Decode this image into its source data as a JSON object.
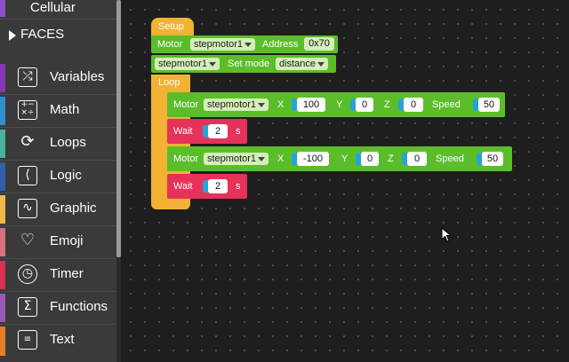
{
  "sidebar": {
    "items": [
      {
        "label": "Cellular",
        "icon": "cellular-icon",
        "color": "#8e4ec6"
      },
      {
        "label": "FACES",
        "icon": "faces-arrow-icon",
        "color": "#9b59d0"
      },
      {
        "label": "Variables",
        "icon": "variables-icon",
        "color": "#8a35b5"
      },
      {
        "label": "Math",
        "icon": "math-icon",
        "color": "#2f8fcf"
      },
      {
        "label": "Loops",
        "icon": "loops-icon",
        "color": "#45b39d"
      },
      {
        "label": "Logic",
        "icon": "logic-icon",
        "color": "#2f5fa8"
      },
      {
        "label": "Graphic",
        "icon": "graphic-icon",
        "color": "#f0b84a"
      },
      {
        "label": "Emoji",
        "icon": "emoji-icon",
        "color": "#d9707b"
      },
      {
        "label": "Timer",
        "icon": "timer-icon",
        "color": "#d9304f"
      },
      {
        "label": "Functions",
        "icon": "functions-icon",
        "color": "#9b59b6"
      },
      {
        "label": "Text",
        "icon": "text-icon",
        "color": "#e67e22"
      }
    ]
  },
  "workspace": {
    "setup": {
      "label": "Setup",
      "motor_label": "Motor",
      "motor_select": "stepmotor1",
      "address_label": "Address",
      "address_value": "0x70",
      "mode_select": "stepmotor1",
      "mode_label": "Set mode",
      "mode_value": "distance"
    },
    "loop": {
      "label": "Loop",
      "moves": [
        {
          "motor_label": "Motor",
          "motor": "stepmotor1",
          "x_label": "X",
          "x": "100",
          "y_label": "Y",
          "y": "0",
          "z_label": "Z",
          "z": "0",
          "speed_label": "Speed",
          "speed": "50",
          "wait_label": "Wait",
          "wait": "2",
          "unit": "s"
        },
        {
          "motor_label": "Motor",
          "motor": "stepmotor1",
          "x_label": "X",
          "x": "-100",
          "y_label": "Y",
          "y": "0",
          "z_label": "Z",
          "z": "0",
          "speed_label": "Speed",
          "speed": "50",
          "wait_label": "Wait",
          "wait": "2",
          "unit": "s"
        }
      ]
    }
  },
  "colors": {
    "setup_block": "#f2b233",
    "motor_block": "#5cbd2b",
    "wait_block": "#e63159",
    "number_nub": "#27a3d6"
  }
}
